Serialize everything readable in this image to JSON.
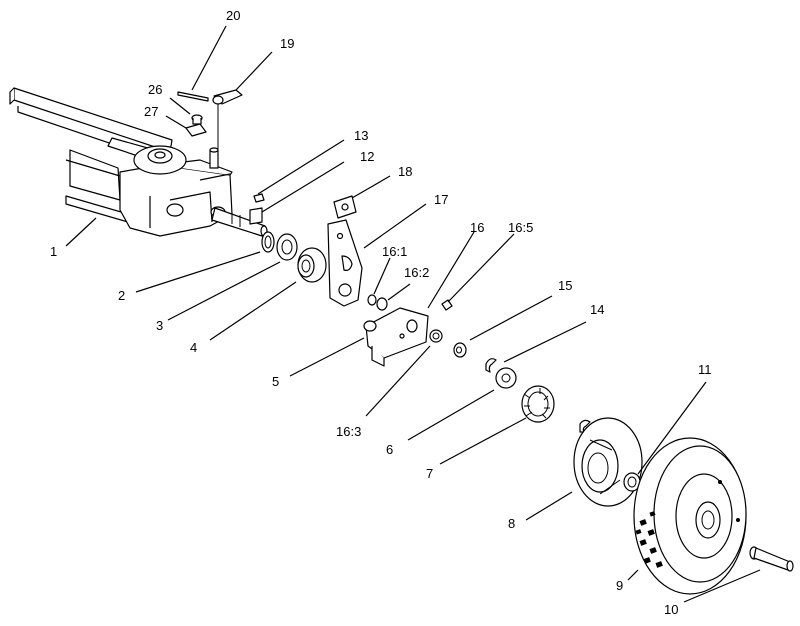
{
  "callouts": [
    {
      "id": "c20",
      "text": "20"
    },
    {
      "id": "c19",
      "text": "19"
    },
    {
      "id": "c26",
      "text": "26"
    },
    {
      "id": "c27",
      "text": "27"
    },
    {
      "id": "c13",
      "text": "13"
    },
    {
      "id": "c12",
      "text": "12"
    },
    {
      "id": "c18",
      "text": "18"
    },
    {
      "id": "c17",
      "text": "17"
    },
    {
      "id": "c16",
      "text": "16"
    },
    {
      "id": "c16_5",
      "text": "16:5"
    },
    {
      "id": "c16_1",
      "text": "16:1"
    },
    {
      "id": "c16_2",
      "text": "16:2"
    },
    {
      "id": "c1",
      "text": "1"
    },
    {
      "id": "c2",
      "text": "2"
    },
    {
      "id": "c3",
      "text": "3"
    },
    {
      "id": "c4",
      "text": "4"
    },
    {
      "id": "c5",
      "text": "5"
    },
    {
      "id": "c15",
      "text": "15"
    },
    {
      "id": "c14",
      "text": "14"
    },
    {
      "id": "c16_3",
      "text": "16:3"
    },
    {
      "id": "c6",
      "text": "6"
    },
    {
      "id": "c11",
      "text": "11"
    },
    {
      "id": "c7",
      "text": "7"
    },
    {
      "id": "c8",
      "text": "8"
    },
    {
      "id": "c9",
      "text": "9"
    },
    {
      "id": "c10",
      "text": "10"
    }
  ]
}
